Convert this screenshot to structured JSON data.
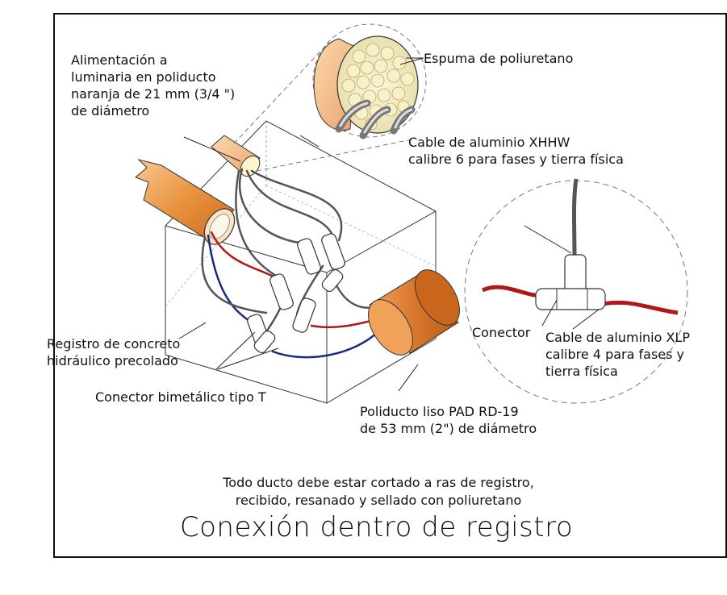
{
  "diagram": {
    "title": "Conexión dentro de registro",
    "note": "Todo ducto debe estar cortado a ras de registro,\nrecibido, resanado y sellado con poliuretano",
    "labels": {
      "alimentacion": "Alimentación a\nluminaria en poliducto\nnaranja de 21 mm (3/4 \")\nde diámetro",
      "espuma": "Espuma de poliuretano",
      "cable_xhhw": "Cable de aluminio XHHW\ncalibre 6 para fases y tierra física",
      "registro": "Registro de concreto\nhidráulico precolado",
      "conector_bimetalico": "Conector bimetálico tipo T",
      "poliducto_liso": "Poliducto liso PAD RD-19\nde 53 mm (2\") de diámetro",
      "conector": "Conector",
      "cable_xlp": "Cable de aluminio XLP\ncalibre 4 para fases y\ntierra física"
    },
    "colors": {
      "duct_orange": "#e8923f",
      "duct_light": "#f6c08a",
      "foam": "#f2ecc4",
      "cable_gray": "#555555",
      "cable_red": "#b01818",
      "cable_blue": "#1b2a7a"
    }
  }
}
